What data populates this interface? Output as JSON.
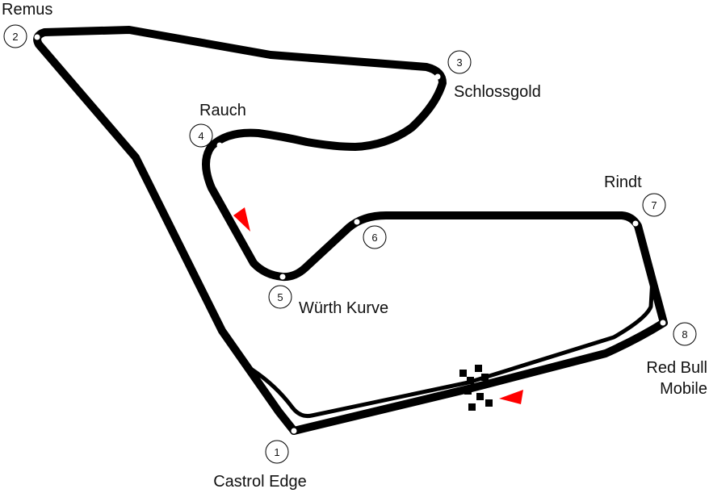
{
  "colors": {
    "track": "#000000",
    "background": "#ffffff",
    "direction_arrow": "#ff0000",
    "marker_fill": "#ffffff"
  },
  "corners": [
    {
      "number": "1",
      "name": "Castrol Edge"
    },
    {
      "number": "2",
      "name": "Remus"
    },
    {
      "number": "3",
      "name": "Schlossgold"
    },
    {
      "number": "4",
      "name": "Rauch"
    },
    {
      "number": "5",
      "name": "Würth Kurve"
    },
    {
      "number": "6",
      "name": ""
    },
    {
      "number": "7",
      "name": "Rindt"
    },
    {
      "number": "8",
      "name": "Red Bull Mobile"
    }
  ],
  "labels": {
    "corner8_line1": "Red Bull",
    "corner8_line2": "Mobile"
  }
}
